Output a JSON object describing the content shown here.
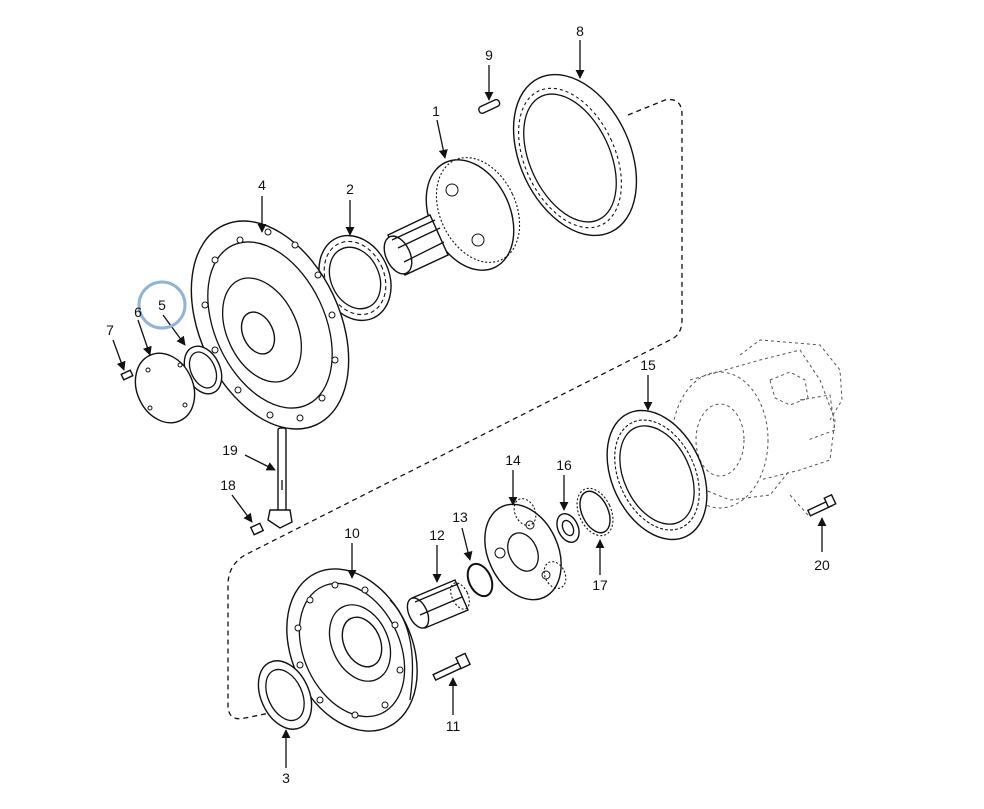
{
  "diagram": {
    "highlight_color": "#8fb3d9",
    "line_color": "#111111",
    "highlighted_part": "5",
    "labels": {
      "p1": "1",
      "p2": "2",
      "p3": "3",
      "p4": "4",
      "p5": "5",
      "p6": "6",
      "p7": "7",
      "p8": "8",
      "p9": "9",
      "p10": "10",
      "p11": "11",
      "p12": "12",
      "p13": "13",
      "p14": "14",
      "p15": "15",
      "p16": "16",
      "p17": "17",
      "p18": "18",
      "p19": "19",
      "p20": "20"
    }
  }
}
